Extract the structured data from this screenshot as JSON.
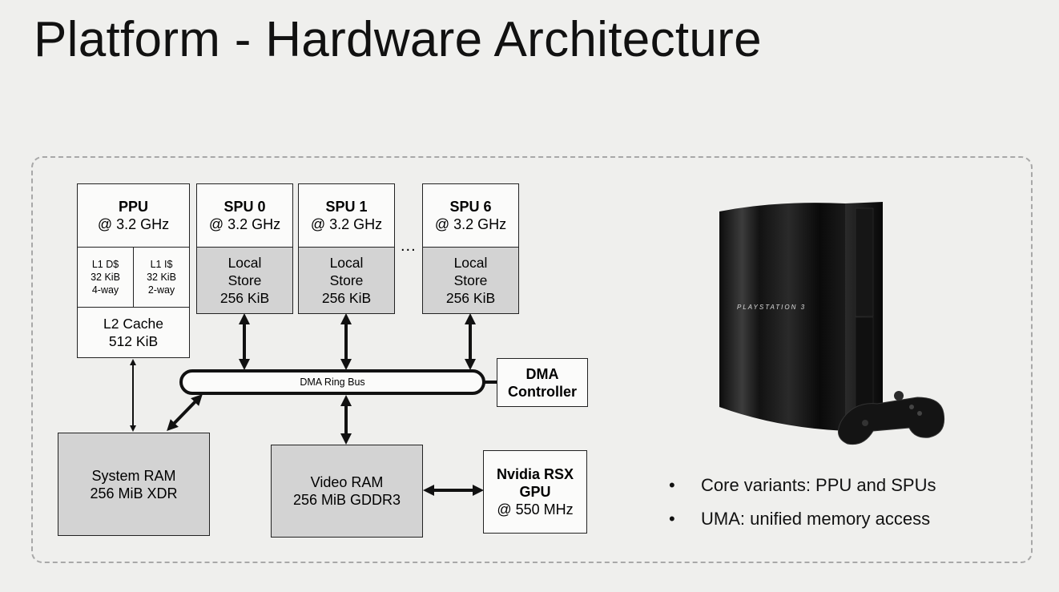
{
  "title": "Platform - Hardware Architecture",
  "diagram": {
    "ppu": {
      "name": "PPU",
      "clock": "@ 3.2 GHz"
    },
    "l1d": {
      "line1": "L1 D$",
      "line2": "32 KiB",
      "line3": "4-way"
    },
    "l1i": {
      "line1": "L1 I$",
      "line2": "32 KiB",
      "line3": "2-way"
    },
    "l2": {
      "line1": "L2 Cache",
      "line2": "512 KiB"
    },
    "spus": [
      {
        "name": "SPU 0",
        "clock": "@ 3.2 GHz",
        "store1": "Local",
        "store2": "Store",
        "store3": "256 KiB"
      },
      {
        "name": "SPU 1",
        "clock": "@ 3.2 GHz",
        "store1": "Local",
        "store2": "Store",
        "store3": "256 KiB"
      },
      {
        "name": "SPU 6",
        "clock": "@ 3.2 GHz",
        "store1": "Local",
        "store2": "Store",
        "store3": "256 KiB"
      }
    ],
    "ellipsis": "...",
    "bus": "DMA Ring Bus",
    "dma": {
      "line1": "DMA",
      "line2": "Controller"
    },
    "system_ram": {
      "line1": "System RAM",
      "line2": "256 MiB XDR"
    },
    "video_ram": {
      "line1": "Video RAM",
      "line2": "256 MiB GDDR3"
    },
    "gpu": {
      "line1": "Nvidia RSX",
      "line2": "GPU",
      "line3": "@ 550 MHz"
    }
  },
  "console_logo": "PLAYSTATION 3",
  "bullets": [
    "Core variants: PPU and SPUs",
    "UMA: unified memory access"
  ]
}
